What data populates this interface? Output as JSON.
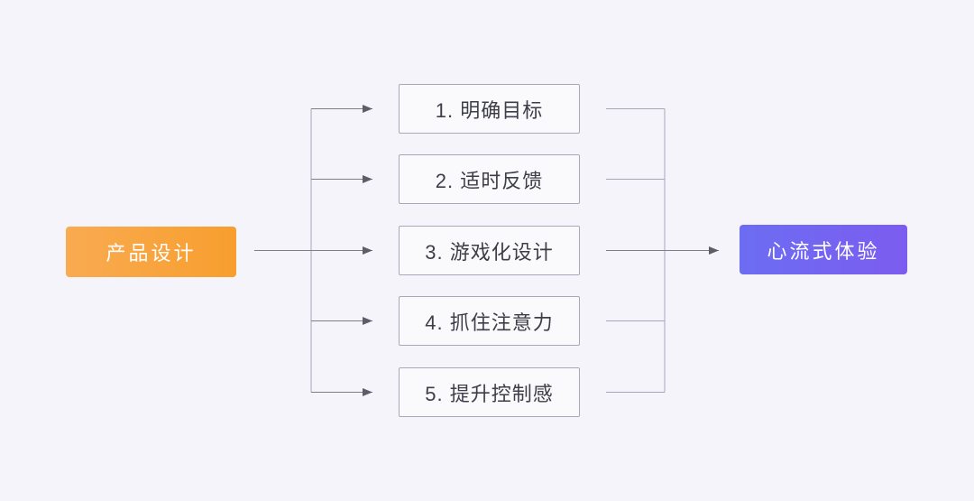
{
  "diagram": {
    "source": {
      "label": "产品设计",
      "gradient_from": "#F9AB51",
      "gradient_to": "#F89E2E",
      "text_color": "#FFFFFF"
    },
    "steps": [
      {
        "label": "1. 明确目标"
      },
      {
        "label": "2. 适时反馈"
      },
      {
        "label": "3. 游戏化设计"
      },
      {
        "label": "4. 抓住注意力"
      },
      {
        "label": "5. 提升控制感"
      }
    ],
    "target": {
      "label": "心流式体验",
      "gradient_from": "#6C6DF3",
      "gradient_to": "#7C5CEF",
      "text_color": "#FFFFFF"
    },
    "colors": {
      "background": "#F5F4FA",
      "line": "#A6A6B8",
      "arrow_line": "#7E7E8A",
      "arrowhead": "#5D5D68",
      "step_box_bg": "#FAFAFD",
      "step_box_border": "#A8A8BC",
      "step_text": "#3E3E48"
    }
  }
}
